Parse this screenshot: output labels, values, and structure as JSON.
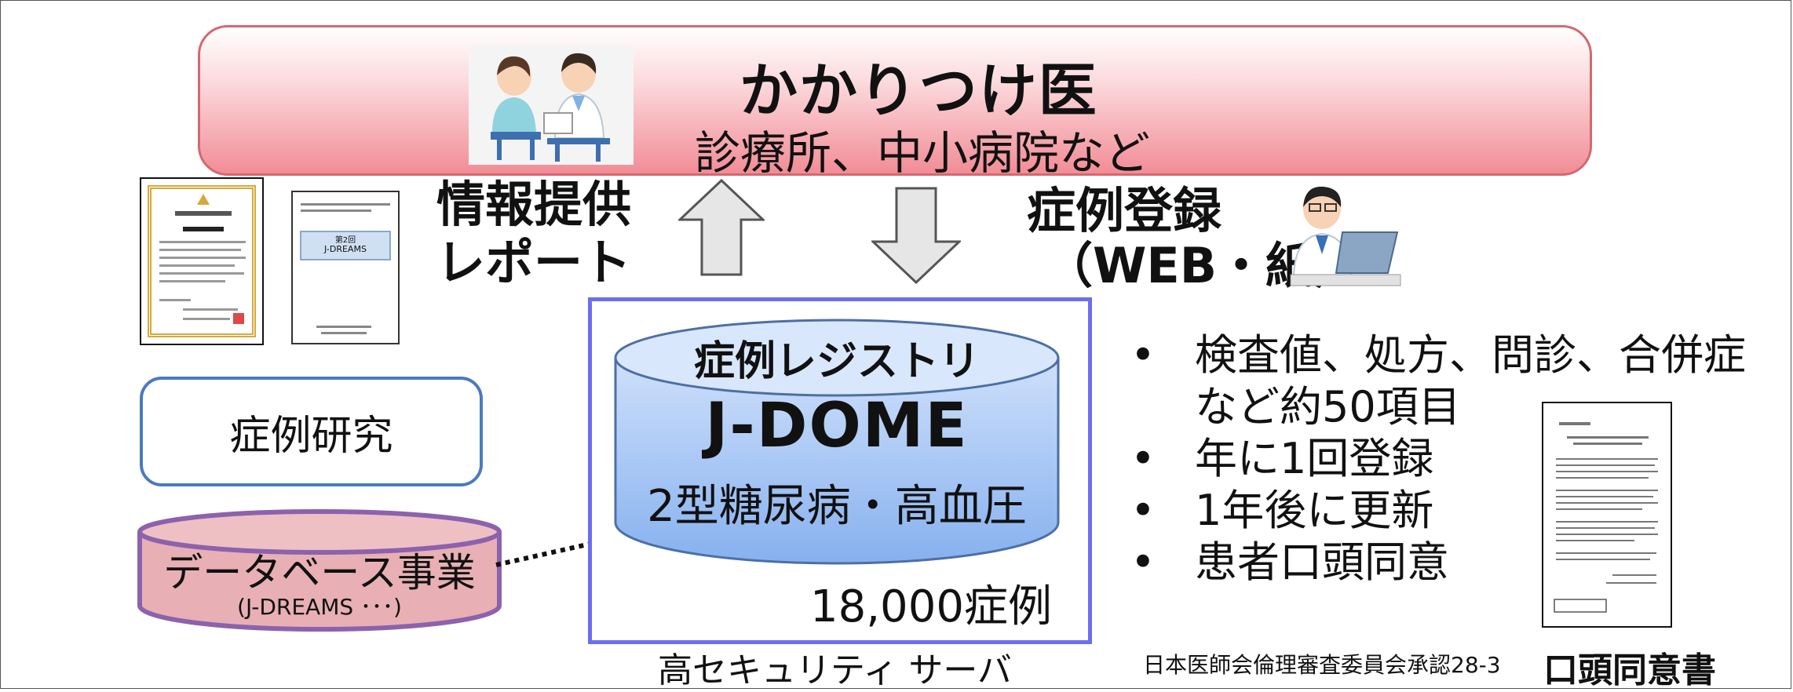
{
  "banner": {
    "title": "かかりつけ医",
    "subtitle": "診療所、中小病院など"
  },
  "left_labels": {
    "info_line1": "情報提供",
    "info_line2": "レポート"
  },
  "right_labels": {
    "reg_line1": "症例登録",
    "reg_line2": "（WEB・紙）"
  },
  "report_doc": {
    "heading": "第2回",
    "code": "J-DREAMS"
  },
  "registry": {
    "top_label": "症例レジストリ",
    "name": "J-DOME",
    "conditions": "2型糖尿病・高血圧",
    "count": "18,000症例",
    "server_label": "高セキュリティ サーバ"
  },
  "study": {
    "label": "症例研究"
  },
  "database": {
    "label": "データベース事業",
    "sub": "(J-DREAMS ･･･)"
  },
  "bullets": [
    "検査値、処方、問診、合併症\nなど約50項目",
    "年に1回登録",
    "1年後に更新",
    "患者口頭同意"
  ],
  "approval": "日本医師会倫理審査委員会承認28-3",
  "consent_doc": {
    "label": "口頭同意書"
  },
  "colors": {
    "banner_pink": "#f28c96",
    "study_border": "#4a7ac0",
    "server_border": "#6b6ef0",
    "cylinder_blue": "#a9c8f5",
    "db_pink": "#e8b0b4",
    "db_border": "#8c62ad"
  }
}
